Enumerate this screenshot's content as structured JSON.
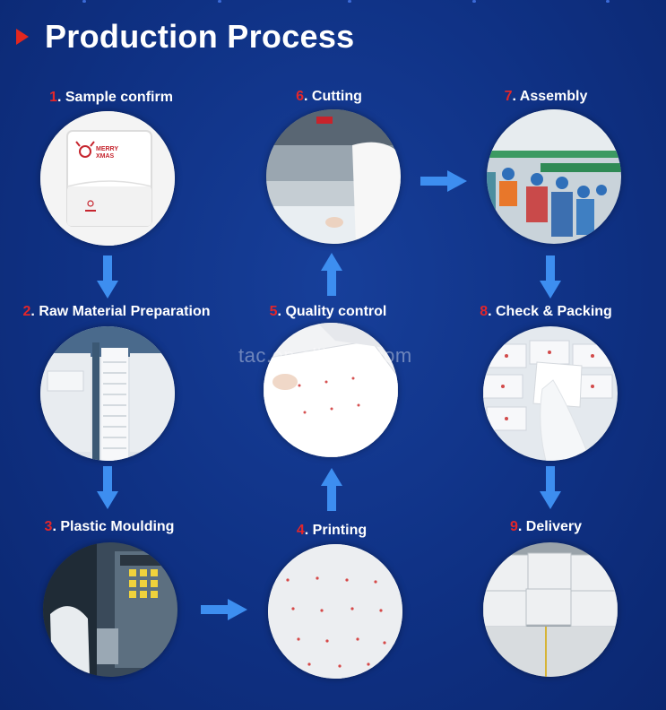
{
  "header": {
    "title": "Production Process"
  },
  "watermark": "tac.en.alibaba.com",
  "steps": [
    {
      "num": "1",
      "text": ". Sample confirm"
    },
    {
      "num": "2",
      "text": ". Raw Material Preparation"
    },
    {
      "num": "3",
      "text": ". Plastic Moulding"
    },
    {
      "num": "4",
      "text": ". Printing"
    },
    {
      "num": "5",
      "text": ". Quality control"
    },
    {
      "num": "6",
      "text": ". Cutting"
    },
    {
      "num": "7",
      "text": ". Assembly"
    },
    {
      "num": "8",
      "text": ". Check & Packing"
    },
    {
      "num": "9",
      "text": ". Delivery"
    }
  ],
  "sample_card": {
    "brand_line1": "MERRY",
    "brand_line2": "XMAS"
  },
  "colors": {
    "background": "#0f3184",
    "accent_red": "#e3262a",
    "arrow": "#3d8ef0"
  }
}
